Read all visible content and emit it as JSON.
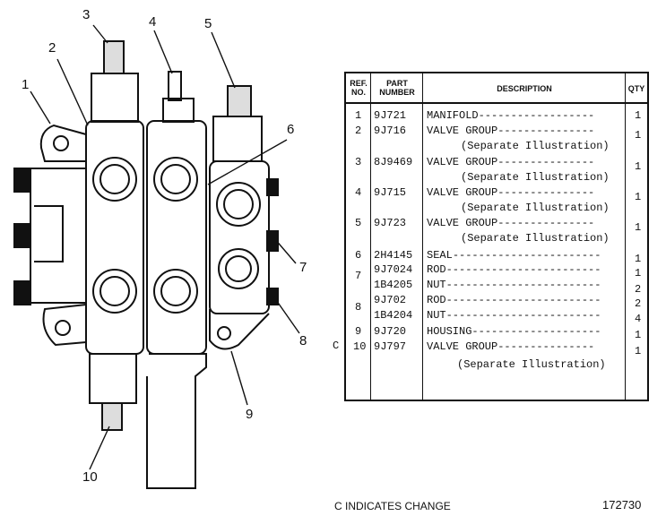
{
  "callouts": [
    "1",
    "2",
    "3",
    "4",
    "5",
    "6",
    "7",
    "8",
    "9",
    "10"
  ],
  "table": {
    "headers": {
      "ref_no": "REF. NO.",
      "part_number": "PART NUMBER",
      "description": "DESCRIPTION",
      "qty": "QTY"
    },
    "rows": [
      {
        "ref": "1",
        "part": "9J721",
        "desc": "MANIFOLD",
        "note": "",
        "qty": "1"
      },
      {
        "ref": "2",
        "part": "9J716",
        "desc": "VALVE GROUP",
        "note": "(Separate Illustration)",
        "qty": "1"
      },
      {
        "ref": "3",
        "part": "8J9469",
        "desc": "VALVE GROUP",
        "note": "(Separate Illustration)",
        "qty": "1"
      },
      {
        "ref": "4",
        "part": "9J715",
        "desc": "VALVE GROUP",
        "note": "(Separate Illustration)",
        "qty": "1"
      },
      {
        "ref": "5",
        "part": "9J723",
        "desc": "VALVE GROUP",
        "note": "(Separate Illustration)",
        "qty": "1"
      },
      {
        "ref": "6",
        "part": "2H4145",
        "desc": "SEAL",
        "note": "",
        "qty": "1"
      },
      {
        "ref": "7",
        "part": "9J7024",
        "desc": "ROD",
        "note": "",
        "qty": "1"
      },
      {
        "ref": "",
        "part": "1B4205",
        "desc": "NUT",
        "note": "",
        "qty": "2"
      },
      {
        "ref": "8",
        "part": "9J702",
        "desc": "ROD",
        "note": "",
        "qty": "2"
      },
      {
        "ref": "",
        "part": "1B4204",
        "desc": "NUT",
        "note": "",
        "qty": "4"
      },
      {
        "ref": "9",
        "part": "9J720",
        "desc": "HOUSING",
        "note": "",
        "qty": "1"
      },
      {
        "ref": "10",
        "part": "9J797",
        "desc": "VALVE GROUP",
        "note": "(Separate Illustration)",
        "qty": "1"
      }
    ],
    "change_mark": "C"
  },
  "footer": {
    "note": "C INDICATES CHANGE",
    "drawing_number": "172730"
  }
}
